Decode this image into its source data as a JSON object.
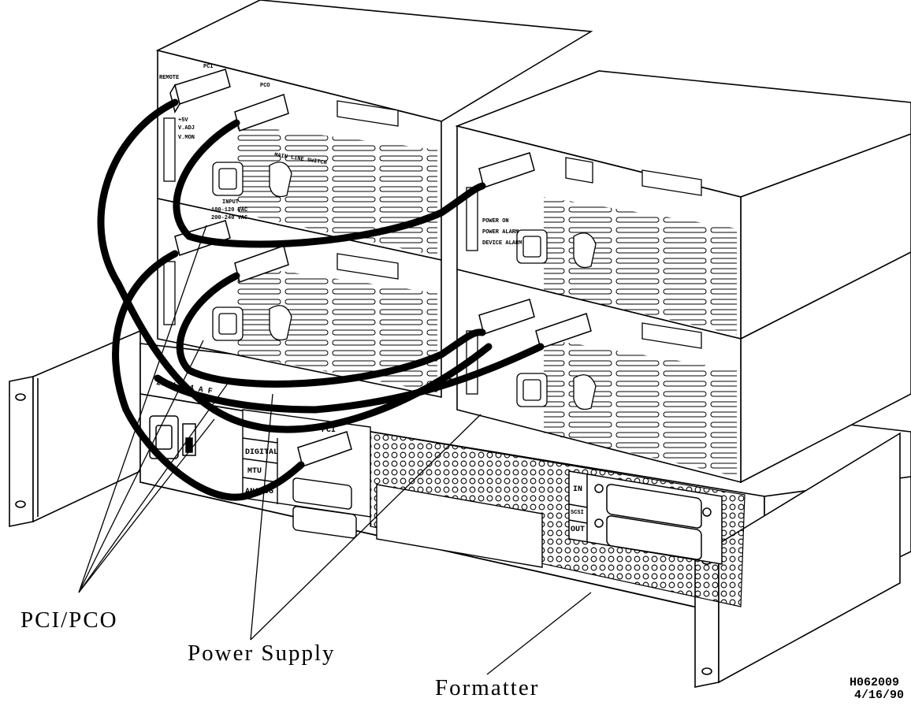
{
  "callouts": {
    "pci_pco": "PCI/PCO",
    "power_supply": "Power Supply",
    "formatter": "Formatter"
  },
  "stamp": {
    "code": "H062009",
    "date": "4/16/90"
  },
  "supply_panel": {
    "remote": "REMOTE",
    "pci": "PCI",
    "pco": "PCO",
    "plus5v": "+5V",
    "vadj": "V.ADJ",
    "vmon": "V.MON",
    "power_on": "POWER ON",
    "power_alarm": "POWER ALARM",
    "device_alarm": "DEVICE ALARM",
    "main_line_switch": "MAIN LINE SWITCH",
    "input": "INPUT",
    "input_range_1": "100-120 VAC",
    "input_range_2": "200-240 VAC"
  },
  "formatter_panel": {
    "fuse": "250V ~ 4 A F",
    "pci": "PCI",
    "digital": "DIGITAL",
    "mtu": "MTU",
    "analog": "ANALOG",
    "scsi_in": "IN",
    "scsi": "SCSI",
    "scsi_out": "OUT"
  }
}
